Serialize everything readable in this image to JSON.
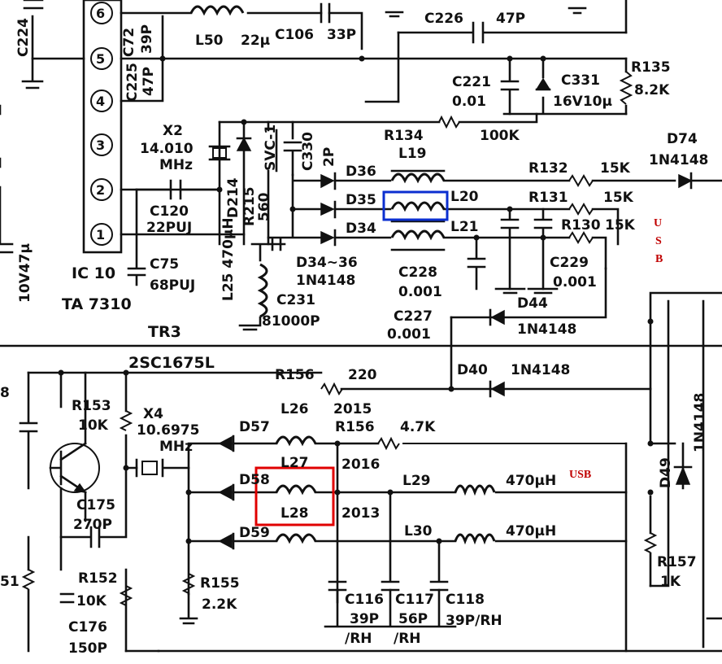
{
  "pins": [
    "6",
    "5",
    "4",
    "3",
    "2",
    "1"
  ],
  "ic": {
    "name": "IC 10",
    "part": "TA 7310"
  },
  "labels": {
    "c224": "C224",
    "c72": "C72",
    "c72v": "39P",
    "c225": "C225",
    "c225v": "47P",
    "l50": "L50",
    "l50v": "22μ",
    "c106": "C106",
    "c106v": "33P",
    "c226": "C226",
    "c226v": "47P",
    "c221": "C221",
    "c221v": "0.01",
    "c331": "C331",
    "c331v": "16V10μ",
    "r135": "R135",
    "r135v": "8.2K",
    "r134": "R134",
    "r134v": "100K",
    "x2": "X2",
    "x2f": "14.010",
    "x2u": "MHz",
    "svc": "SVC-1",
    "c330": "C330",
    "c330v": "2P",
    "l19": "L19",
    "d36": "D36",
    "d35": "D35",
    "d34": "D34",
    "l20": "L20",
    "l21": "L21",
    "r132": "R132",
    "r132v": "15K",
    "r131": "R131",
    "r131v": "15K",
    "r130": "R130",
    "r130v": "15K",
    "d74": "D74",
    "d74p": "1N4148",
    "c120": "C120",
    "c120v": "22PUJ",
    "d214": "D214",
    "r215": "R215",
    "r215v": "560",
    "c75": "C75",
    "c75v": "68PUJ",
    "l25": "L25 470μH",
    "d3436": "D34~36",
    "d3436p": "1N4148",
    "c231": "C231",
    "c231v": "81000P",
    "c228": "C228",
    "c228v": "0.001",
    "c229": "C229",
    "c229v": "0.001",
    "c227": "C227",
    "c227v": "0.001",
    "d44": "D44",
    "d44p": "1N4148",
    "c47": "10V47μ",
    "tr3": "TR3",
    "tr3p": "2SC1675L",
    "r156a": "R156",
    "r156av": "220",
    "d40": "D40",
    "d40p": "1N4148",
    "r153": "R153",
    "r153v": "10K",
    "x4": "X4",
    "x4f": "10.6975",
    "x4u": "MHz",
    "l26": "L26",
    "n2015": "2015",
    "r156b": "R156",
    "r156bv": "4.7K",
    "d57": "D57",
    "d58": "D58",
    "d59": "D59",
    "l27": "L27",
    "n2016": "2016",
    "l28": "L28",
    "n2013": "2013",
    "l29": "L29",
    "l29v": "470μH",
    "l30": "L30",
    "l30v": "470μH",
    "c175": "C175",
    "c175v": "270P",
    "r152": "R152",
    "r152v": "10K",
    "c176": "C176",
    "c176v": "150P",
    "r155": "R155",
    "r155v": "2.2K",
    "c116": "C116",
    "c116v": "39P",
    "c116r": "/RH",
    "c117": "C117",
    "c117v": "56P",
    "c117r": "/RH",
    "c118": "C118",
    "c118v": "39P/RH",
    "d49": "D49",
    "d49p": "1N4148",
    "r157": "R157",
    "r157v": "1K",
    "r8": "8",
    "r51": "51"
  },
  "annotations": {
    "usb_vertical": [
      "U",
      "S",
      "B"
    ],
    "usb_inline": "USB"
  },
  "highlight_colors": {
    "blue": "#0b2fd0",
    "red": "#e00000"
  }
}
